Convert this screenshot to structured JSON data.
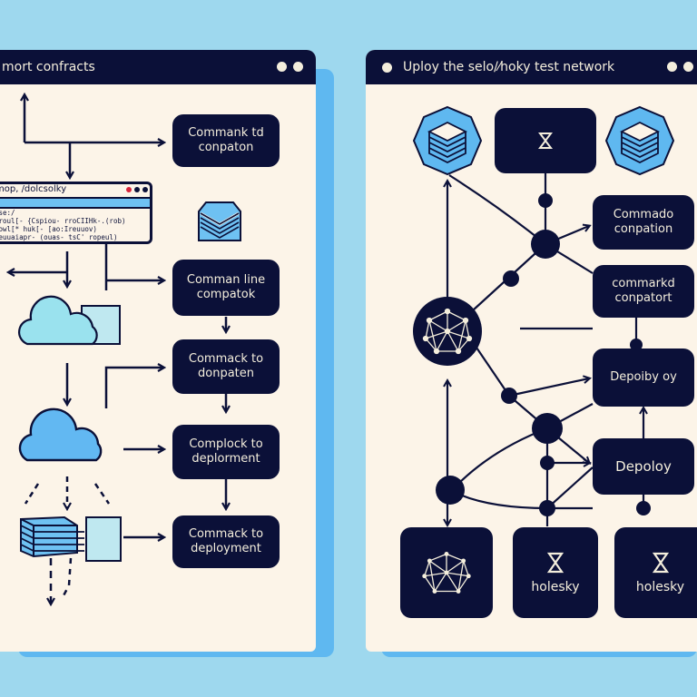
{
  "colors": {
    "background": "#9ED8EE",
    "shadow": "#5FB8F0",
    "titlebar": "#0B1038",
    "panel": "#FCF4E8",
    "node": "#0B1038",
    "node_text": "#F4EEDC",
    "accent_blue": "#6EC1F2"
  },
  "left_window": {
    "title": "mort confracts",
    "terminal": {
      "title": "mop, /dolcsolky",
      "lines": [
        "cse:/",
        "oroul[- {Cspiou- rroCIIHk-.(rob)",
        "oowl[* huk[- [ao:Ireuuov)",
        "oeuuaiapr- (ouas- tsC' ropeul)"
      ]
    },
    "nodes": [
      {
        "id": "n1",
        "label": "Commank td\nconpaton"
      },
      {
        "id": "n2",
        "label": "Comman line\ncompatok"
      },
      {
        "id": "n3",
        "label": "Commack to\ndonpaten"
      },
      {
        "id": "n4",
        "label": "Complock to\ndeplorment"
      },
      {
        "id": "n5",
        "label": "Commack to\ndeployment"
      }
    ],
    "icons": [
      "stack-icon",
      "cloud-icon",
      "cloud-icon",
      "server-stack-icon"
    ]
  },
  "right_window": {
    "title": "Uploy the selo/⁄hoky test network",
    "nodes": [
      {
        "id": "r1",
        "label": "Commado\nconpation"
      },
      {
        "id": "r2",
        "label": "commarkd\nconpatort"
      },
      {
        "id": "r3",
        "label": "Depoiby oy"
      },
      {
        "id": "r4",
        "label": "Depoloy"
      }
    ],
    "bottom_cards": [
      {
        "label": "",
        "icon": "network-mesh-icon"
      },
      {
        "label": "holesky",
        "icon": "ethereum-diamond-icon"
      },
      {
        "label": "holesky",
        "icon": "ethereum-diamond-icon"
      }
    ],
    "top_icons": [
      "database-hexagon-icon",
      "ethereum-diamond-icon",
      "database-hexagon-icon"
    ]
  }
}
